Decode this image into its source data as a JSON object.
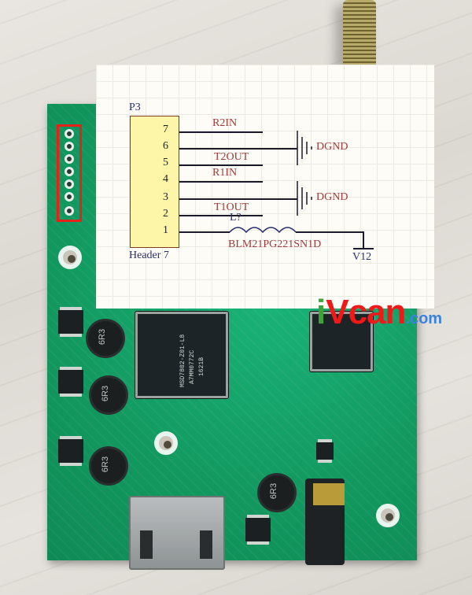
{
  "photo": {
    "subject": "green PCB board with HDMI port, audio jack, antenna connector",
    "colors": {
      "pcb": "#13a06b",
      "background": "#e3e0db",
      "highlight_box": "#e8201a"
    },
    "chips": [
      {
        "label": "MSD7802-Z01-L8",
        "line2": "A7MM0772C",
        "line3": "1621B"
      }
    ],
    "inductor_marking": "6R3"
  },
  "schematic": {
    "designator": "P3",
    "component_name": "Header 7",
    "pins": [
      "7",
      "6",
      "5",
      "4",
      "3",
      "2",
      "1"
    ],
    "nets": {
      "pin7": "R2IN",
      "pin5": "T2OUT",
      "pin4": "R1IN",
      "pin2": "T1OUT"
    },
    "ground_labels": [
      "DGND",
      "DGND"
    ],
    "inductor_designator": "L?",
    "inductor_part": "BLM21PG221SN1D",
    "power_label": "V12",
    "colors": {
      "designator": "#29306b",
      "net": "#a03a3a",
      "body": "#fdf6a8"
    }
  },
  "watermark": {
    "first": "i",
    "main": "Vcan",
    "suffix": ".com",
    "colors": {
      "i": "#3fa33a",
      "main": "#f01818",
      "suffix": "#3a82e0"
    }
  }
}
